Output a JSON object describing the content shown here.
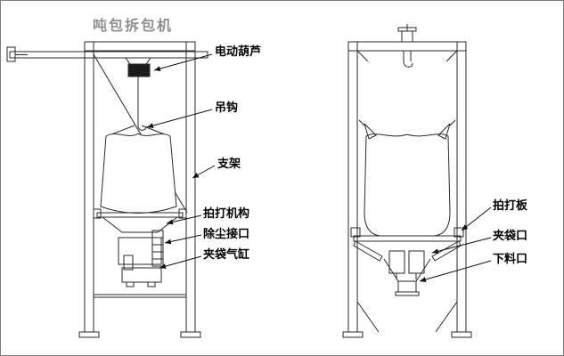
{
  "diagram": {
    "title": "吨包拆包机",
    "left_view_labels": [
      {
        "text": "电动葫芦"
      },
      {
        "text": "吊钩"
      },
      {
        "text": "支架"
      },
      {
        "text": "拍打机构"
      },
      {
        "text": "除尘接口"
      },
      {
        "text": "夹袋气缸"
      }
    ],
    "right_view_labels": [
      {
        "text": "拍打板"
      },
      {
        "text": "夹袋口"
      },
      {
        "text": "下料口"
      }
    ]
  }
}
